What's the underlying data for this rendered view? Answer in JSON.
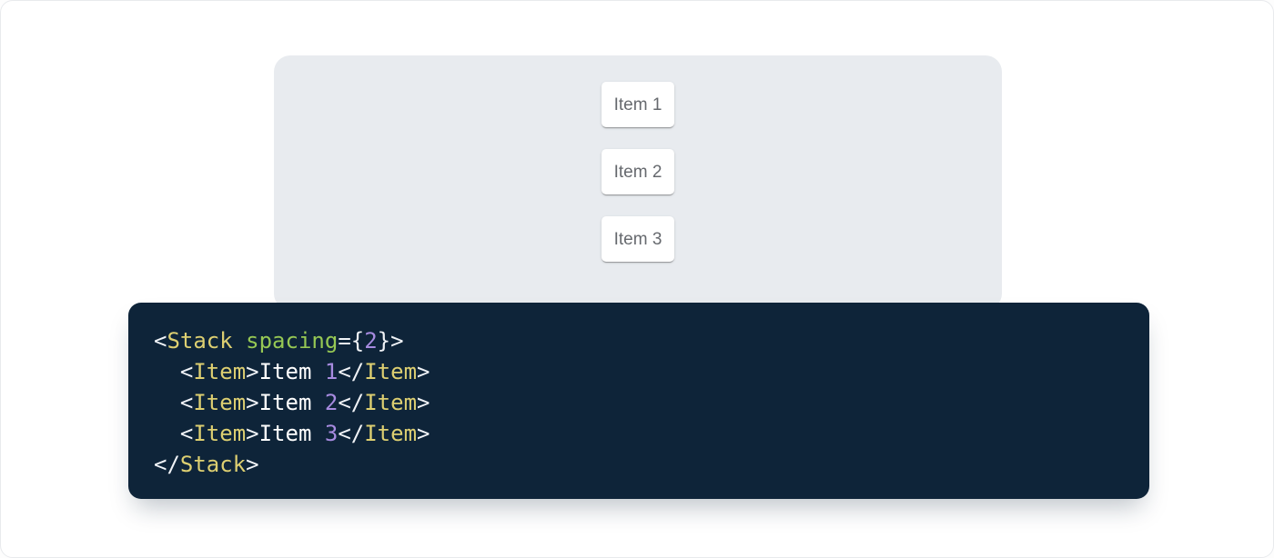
{
  "demo_panel": {
    "items": [
      "Item 1",
      "Item 2",
      "Item 3"
    ]
  },
  "code_block": {
    "language": "jsx",
    "source": "<Stack spacing={2}>\n  <Item>Item 1</Item>\n  <Item>Item 2</Item>\n  <Item>Item 3</Item>\n</Stack>",
    "lines": [
      [
        [
          "punct",
          "<"
        ],
        [
          "tag",
          "Stack"
        ],
        [
          "plain",
          " "
        ],
        [
          "attr",
          "spacing"
        ],
        [
          "punct",
          "={"
        ],
        [
          "num",
          "2"
        ],
        [
          "punct",
          "}>"
        ]
      ],
      [
        [
          "plain",
          "  "
        ],
        [
          "punct",
          "<"
        ],
        [
          "tag",
          "Item"
        ],
        [
          "punct",
          ">"
        ],
        [
          "plain",
          "Item "
        ],
        [
          "num",
          "1"
        ],
        [
          "punct",
          "</"
        ],
        [
          "tag",
          "Item"
        ],
        [
          "punct",
          ">"
        ]
      ],
      [
        [
          "plain",
          "  "
        ],
        [
          "punct",
          "<"
        ],
        [
          "tag",
          "Item"
        ],
        [
          "punct",
          ">"
        ],
        [
          "plain",
          "Item "
        ],
        [
          "num",
          "2"
        ],
        [
          "punct",
          "</"
        ],
        [
          "tag",
          "Item"
        ],
        [
          "punct",
          ">"
        ]
      ],
      [
        [
          "plain",
          "  "
        ],
        [
          "punct",
          "<"
        ],
        [
          "tag",
          "Item"
        ],
        [
          "punct",
          ">"
        ],
        [
          "plain",
          "Item "
        ],
        [
          "num",
          "3"
        ],
        [
          "punct",
          "</"
        ],
        [
          "tag",
          "Item"
        ],
        [
          "punct",
          ">"
        ]
      ],
      [
        [
          "punct",
          "</"
        ],
        [
          "tag",
          "Stack"
        ],
        [
          "punct",
          ">"
        ]
      ]
    ]
  },
  "colors": {
    "panel_bg": "#e8ebef",
    "card_bg": "#ffffff",
    "card_text": "#66696e",
    "code_bg": "#0e2439",
    "code_plain": "#ffffff",
    "code_punct": "#f0f3f7",
    "code_tag": "#ddcf71",
    "code_attr": "#96c854",
    "code_number": "#a78be0",
    "page_bg": "#ffffff",
    "page_border": "#e8eaed"
  }
}
